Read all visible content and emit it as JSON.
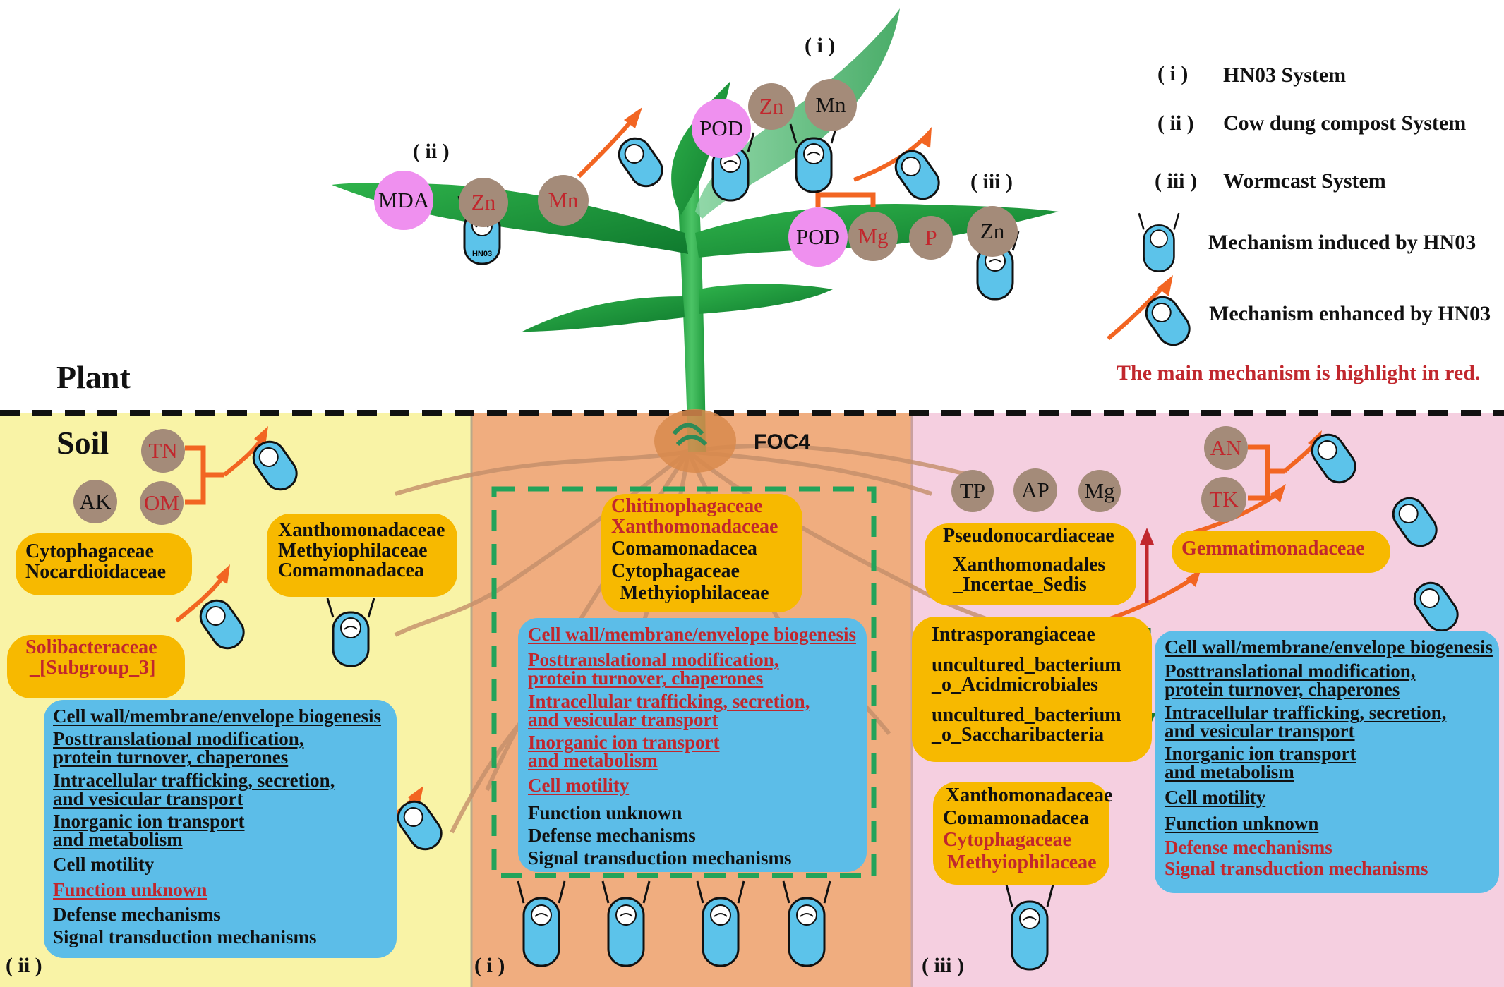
{
  "plant_label": "Plant",
  "soil_label": "Soil",
  "foc_label": "FOC4",
  "mascot_text": "HN03",
  "legend": {
    "i": {
      "marker": "( i )",
      "label": "HN03 System"
    },
    "ii": {
      "marker": "( ii )",
      "label": "Cow dung compost System"
    },
    "iii": {
      "marker": "( iii )",
      "label": "Wormcast System"
    },
    "induced": "Mechanism induced by HN03",
    "enhanced": "Mechanism enhanced by HN03",
    "note": "The main mechanism is highlight in red."
  },
  "leaf_markers": {
    "i": "( i )",
    "ii": "( ii )",
    "iii": "( iii )"
  },
  "leaf_nodes": {
    "ii": [
      "MDA",
      "Zn",
      "Mn"
    ],
    "i": [
      "POD",
      "Zn",
      "Mn"
    ],
    "iii": [
      "POD",
      "Mg",
      "P",
      "Zn"
    ]
  },
  "panel_ii": {
    "marker": "( ii )",
    "nutrients": [
      "TN",
      "AK",
      "OM"
    ],
    "box1": [
      "Cytophagaceae",
      "Nocardioidaceae"
    ],
    "box2": [
      "Xanthomonadaceae",
      "Methyiophilaceae",
      "Comamonadacea"
    ],
    "box3": [
      "Solibacteraceae",
      "_[Subgroup_3]"
    ],
    "functions": [
      "Cell wall/membrane/envelope biogenesis",
      "Posttranslational modification,",
      "protein turnover, chaperones",
      "Intracellular trafficking, secretion,",
      "and vesicular transport",
      "Inorganic ion transport",
      "and metabolism",
      "Cell motility",
      "Function unknown",
      "Defense mechanisms",
      "Signal transduction mechanisms"
    ]
  },
  "panel_i": {
    "marker": "( i )",
    "families": [
      "Chitinophagaceae",
      "Xanthomonadaceae",
      "Comamonadacea",
      "Cytophagaceae",
      "Methyiophilaceae"
    ],
    "functions": [
      "Cell wall/membrane/envelope biogenesis",
      "Posttranslational modification,",
      "protein turnover, chaperones",
      "Intracellular trafficking, secretion,",
      "and vesicular transport",
      "Inorganic ion transport",
      "and metabolism",
      "Cell motility",
      "Function unknown",
      "Defense mechanisms",
      "Signal transduction mechanisms"
    ]
  },
  "panel_iii": {
    "marker": "( iii )",
    "nutrients_left": [
      "TP",
      "AP",
      "Mg"
    ],
    "nutrients_right": [
      "AN",
      "TK"
    ],
    "up_box": [
      "Pseudonocardiaceae",
      "Xanthomonadales",
      "_Incertae_Sedis"
    ],
    "down_box": [
      "Intrasporangiaceae",
      "uncultured_bacterium",
      "_o_Acidmicrobiales",
      "uncultured_bacterium",
      "_o_Saccharibacteria"
    ],
    "gem_box": "Gemmatimonadaceae",
    "bottom_box": [
      "Xanthomonadaceae",
      "Comamonadacea",
      "Cytophagaceae",
      "Methyiophilaceae"
    ],
    "functions": [
      "Cell wall/membrane/envelope biogenesis",
      "Posttranslational modification,",
      "protein turnover, chaperones",
      "Intracellular trafficking, secretion,",
      "and vesicular transport",
      "Inorganic ion transport",
      "and metabolism",
      "Cell motility",
      "Function unknown",
      "Defense mechanisms",
      "Signal transduction mechanisms"
    ]
  },
  "colors": {
    "panel_ii_bg": "#f9f3a6",
    "panel_i_bg": "#f0ad7f",
    "panel_iii_bg": "#f5cfe0",
    "orange_box": "#f7b900",
    "blue_box": "#5cbde8",
    "nutrient_circle": "#a48b79",
    "pink_circle": "#ef90ef",
    "red_text": "#c1272d",
    "arrow": "#f26522",
    "leaf_green": "#1e9a3c",
    "dashed_box": "#22a35a"
  }
}
